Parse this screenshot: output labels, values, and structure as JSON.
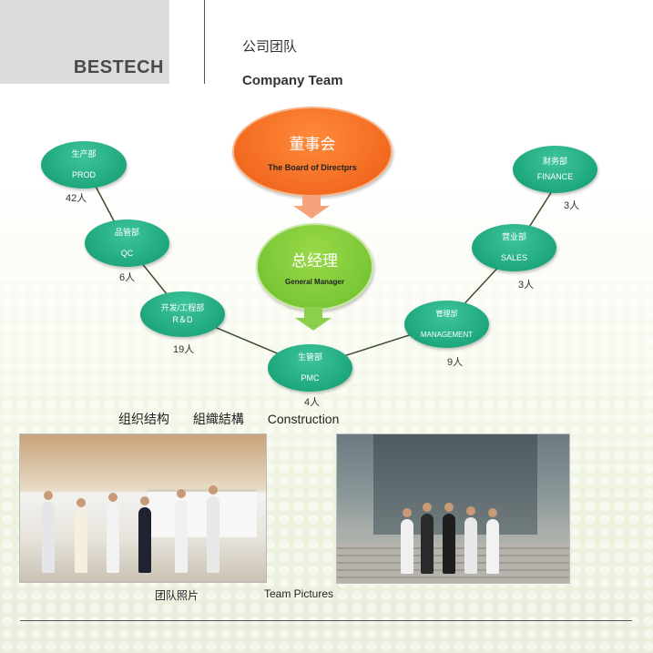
{
  "brand": "BESTECH",
  "title_cn": "公司团队",
  "title_en": "Company  Team",
  "org": {
    "board": {
      "cn": "董事会",
      "en": "The Board of Directprs"
    },
    "gm": {
      "cn": "总经理",
      "en": "General Manager"
    },
    "prod": {
      "cn": "生产部",
      "en": "PROD",
      "count": "42人"
    },
    "qc": {
      "cn": "品管部",
      "en": "QC",
      "count": "6人"
    },
    "rd": {
      "cn": "开发/工程部",
      "en": "R＆D",
      "count": "19人"
    },
    "pmc": {
      "cn": "生管部",
      "en": "PMC",
      "count": "4人"
    },
    "mgmt": {
      "cn": "管理部",
      "en": "MANAGEMENT",
      "count": "9人"
    },
    "sales": {
      "cn": "营业部",
      "en": "SALES",
      "count": "3人"
    },
    "finance": {
      "cn": "财务部",
      "en": "FINANCE",
      "count": "3人"
    }
  },
  "construction": {
    "cn1": "组织结构",
    "cn2": "組織結構",
    "en": "Construction"
  },
  "photos": {
    "caption_cn": "团队照片",
    "caption_en": "Team  Pictures"
  },
  "colors": {
    "teal": "#1ea77d",
    "orange": "#f26a1f",
    "green": "#7ac735"
  }
}
